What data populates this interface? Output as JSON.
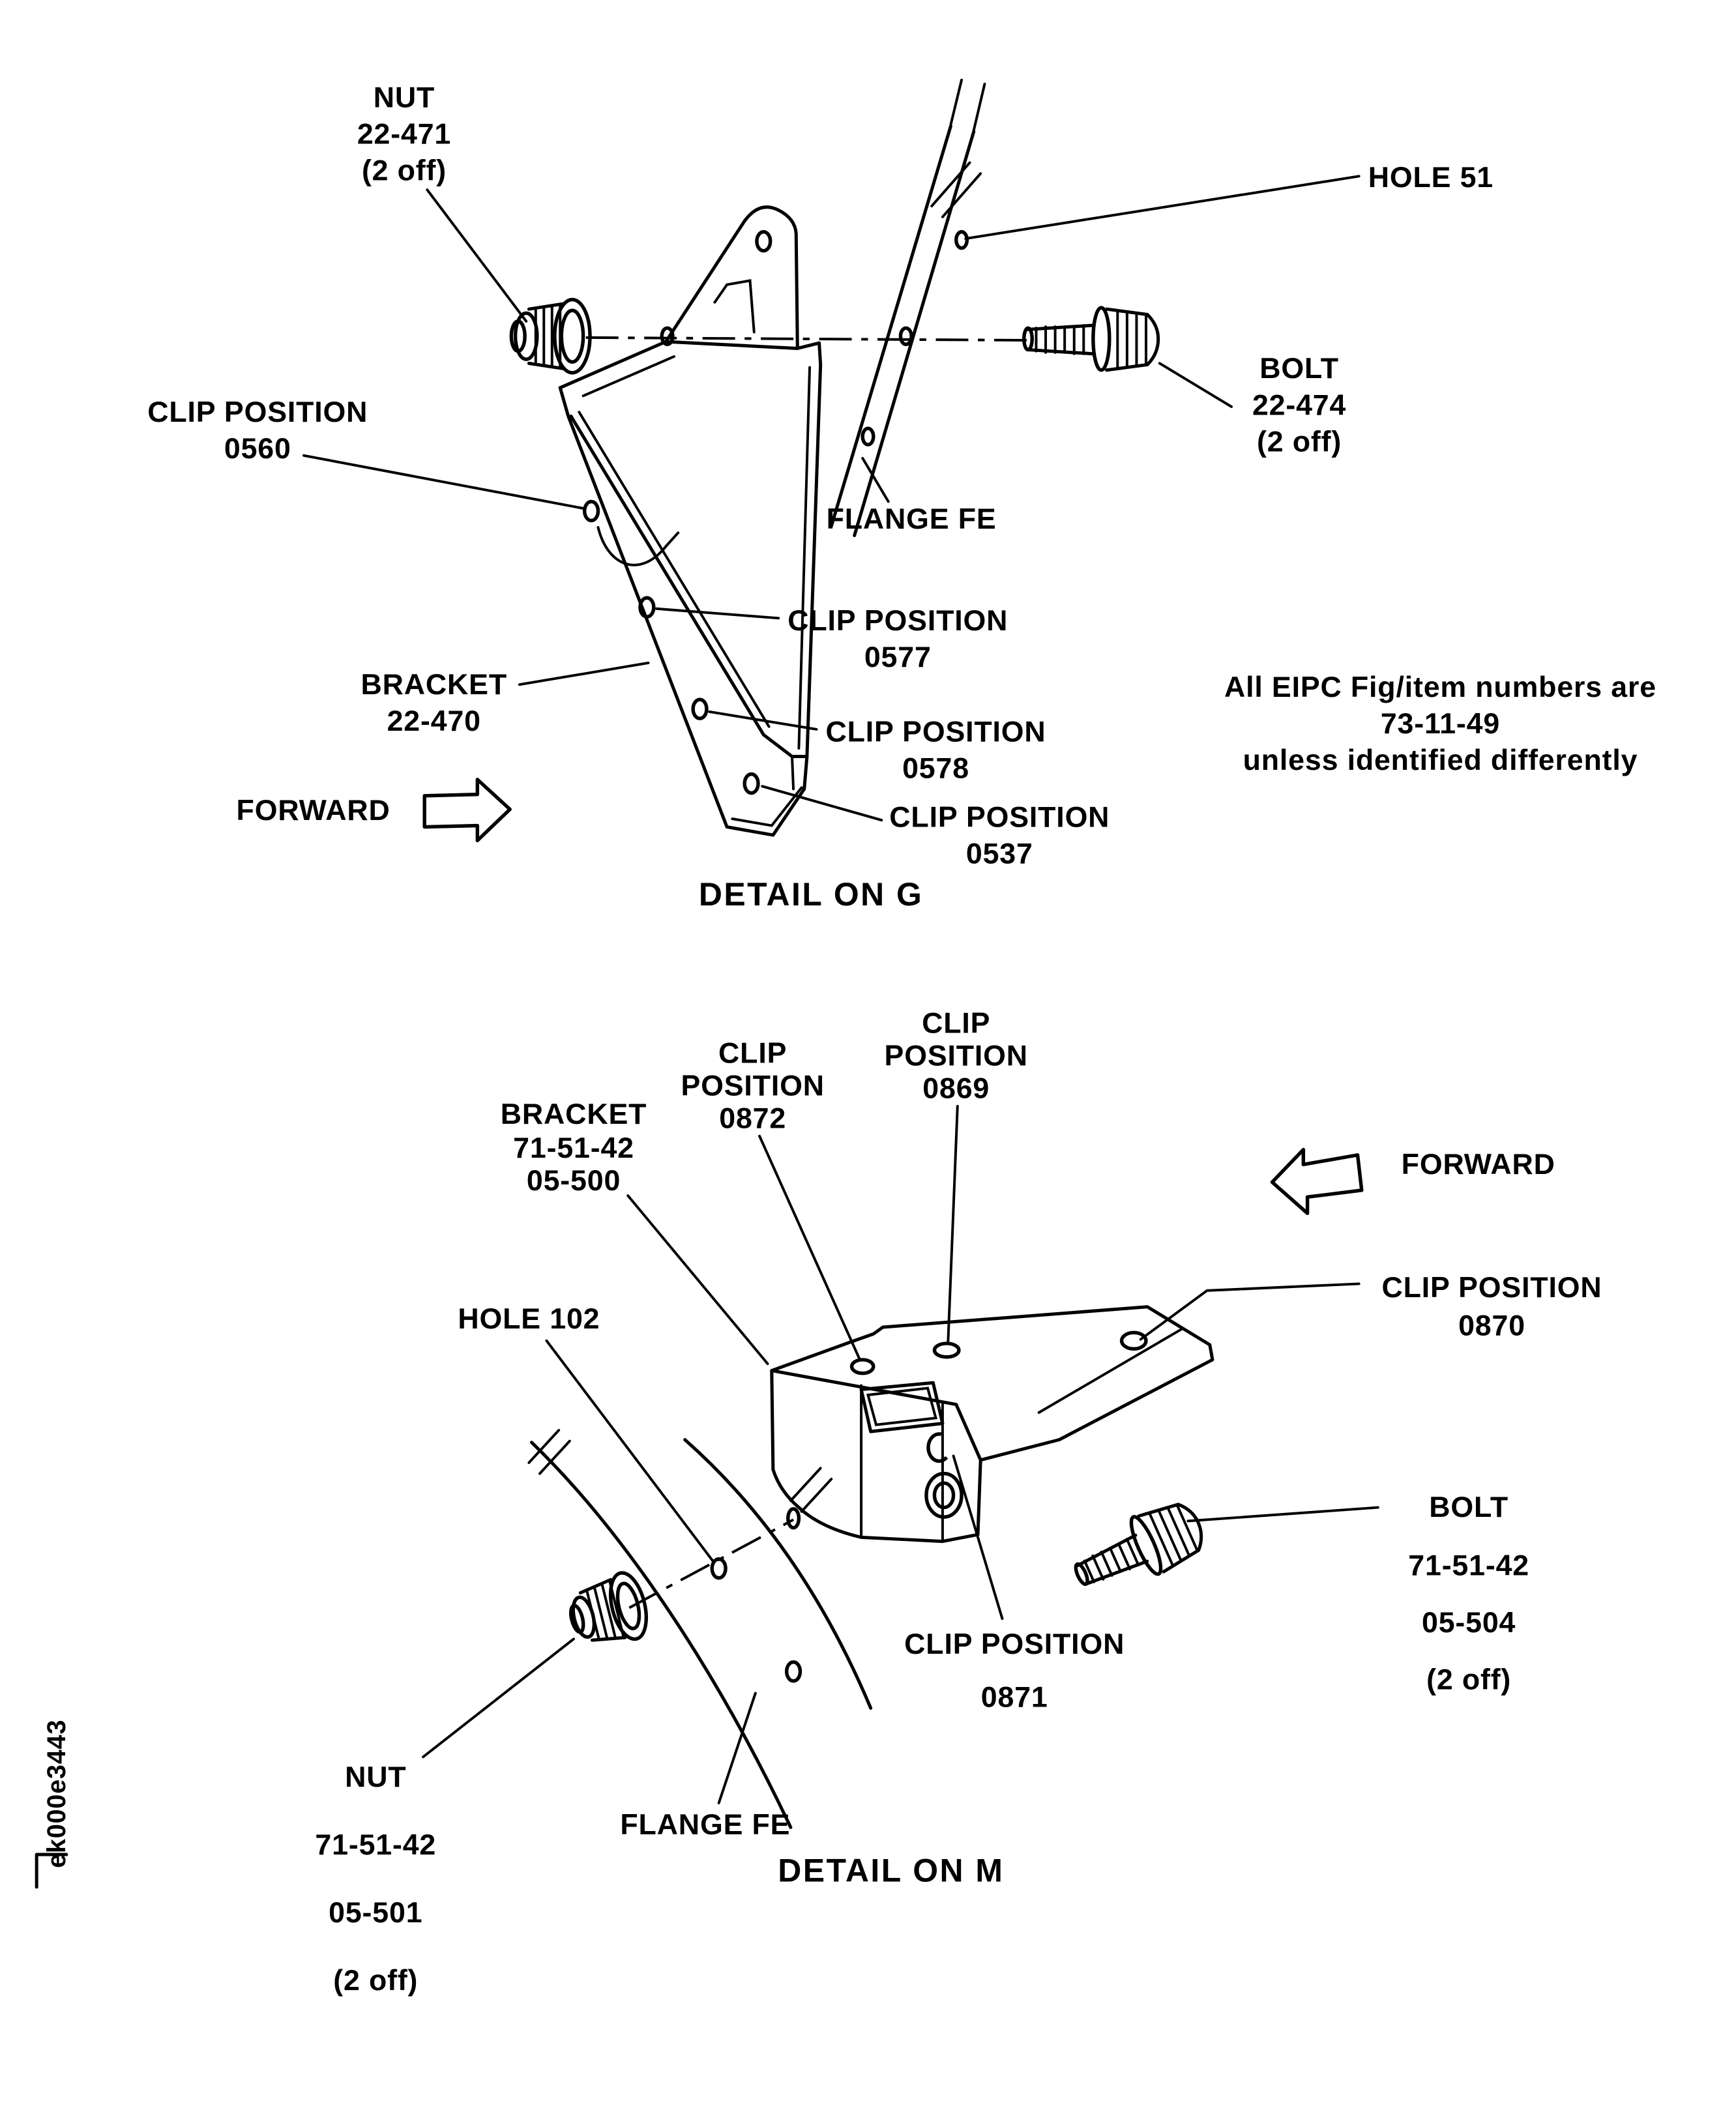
{
  "colors": {
    "ink": "#000000",
    "paper": "#ffffff"
  },
  "figure_code": "ek000e3443",
  "note": {
    "line1": "All EIPC Fig/item numbers are",
    "line2": "73-11-49",
    "line3": "unless identified differently"
  },
  "detail_g": {
    "title": "DETAIL ON G",
    "forward": "FORWARD",
    "nut_label": [
      "NUT",
      "22-471",
      "(2 off)"
    ],
    "hole_label": "HOLE 51",
    "bolt_label": [
      "BOLT",
      "22-474",
      "(2 off)"
    ],
    "flange_label": "FLANGE FE",
    "bracket_label": [
      "BRACKET",
      "22-470"
    ],
    "clip_0560": [
      "CLIP POSITION",
      "0560"
    ],
    "clip_0577": [
      "CLIP POSITION",
      "0577"
    ],
    "clip_0578": [
      "CLIP POSITION",
      "0578"
    ],
    "clip_0537": [
      "CLIP POSITION",
      "0537"
    ]
  },
  "detail_m": {
    "title": "DETAIL ON M",
    "forward": "FORWARD",
    "clip_0872": [
      "CLIP",
      "POSITION",
      "0872"
    ],
    "clip_0869": [
      "CLIP",
      "POSITION",
      "0869"
    ],
    "bracket_label": [
      "BRACKET",
      "71-51-42",
      "05-500"
    ],
    "hole_label": "HOLE 102",
    "clip_0870": [
      "CLIP POSITION",
      "0870"
    ],
    "bolt_label": [
      "BOLT",
      "71-51-42",
      "05-504",
      "(2 off)"
    ],
    "clip_0871": [
      "CLIP POSITION",
      "0871"
    ],
    "nut_label": [
      "NUT",
      "71-51-42",
      "05-501",
      "(2 off)"
    ],
    "flange_label": "FLANGE FE"
  }
}
